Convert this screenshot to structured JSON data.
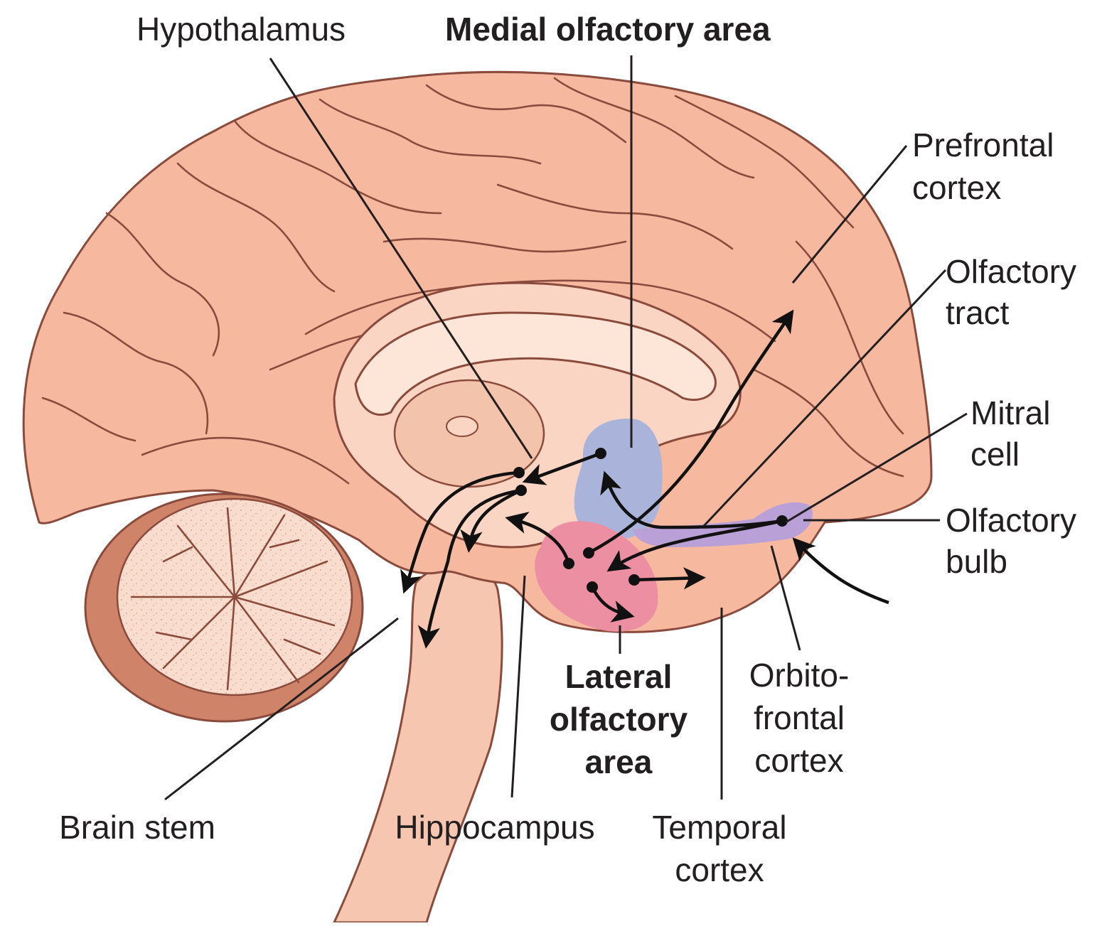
{
  "diagram": {
    "labels": {
      "hypothalamus": "Hypothalamus",
      "medial_olfactory_area": "Medial olfactory area",
      "prefrontal_cortex": [
        "Prefrontal",
        "cortex"
      ],
      "olfactory_tract": [
        "Olfactory",
        "tract"
      ],
      "mitral_cell": [
        "Mitral",
        "cell"
      ],
      "olfactory_bulb": [
        "Olfactory",
        "bulb"
      ],
      "orbitofrontal_cortex": [
        "Orbito-",
        "frontal",
        "cortex"
      ],
      "lateral_olfactory_area": [
        "Lateral",
        "olfactory",
        "area"
      ],
      "temporal_cortex": [
        "Temporal",
        "cortex"
      ],
      "hippocampus": "Hippocampus",
      "brain_stem": "Brain stem"
    },
    "colors": {
      "brain": "#f6b9a0",
      "brain_outline": "#8a4a3c",
      "inner_region": "#fbd5c3",
      "medial_olfactory_area": "#aab4da",
      "lateral_olfactory_area": "#ec8fa2",
      "olfactory_bulb": "#b9a0d6",
      "cerebellum": "#f8dccd",
      "pathway": "#111111"
    }
  }
}
